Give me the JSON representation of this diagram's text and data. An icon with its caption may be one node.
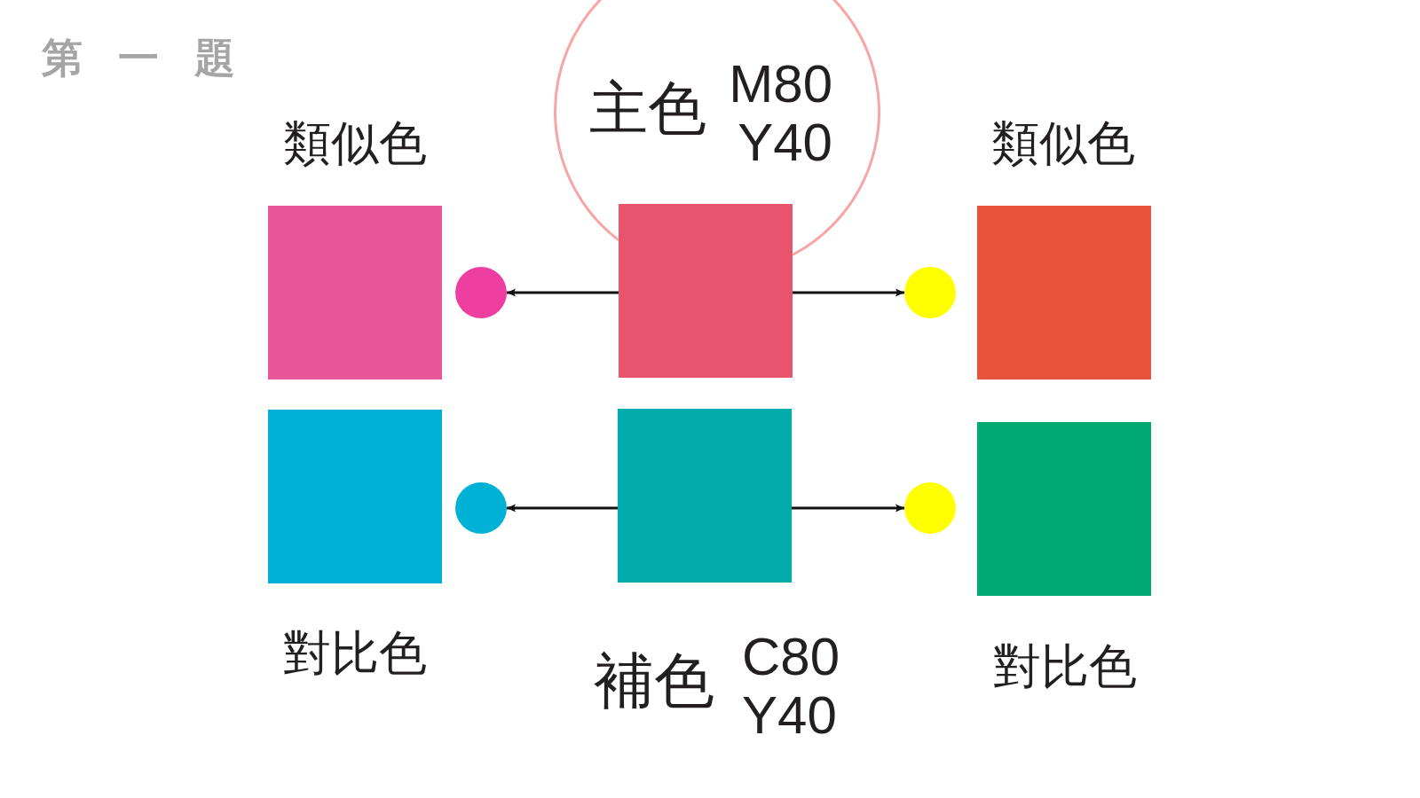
{
  "diagram": {
    "title": "第 一 題",
    "nodes": [
      {
        "text": [
          "主色",
          "M80 Y40"
        ]
      },
      {
        "text": [],
        "shape": "box",
        "beside": [
          "類似色"
        ]
      },
      {
        "text": [],
        "shape": "circle"
      },
      {
        "text": [],
        "shape": "box"
      },
      {
        "text": [],
        "shape": "circle"
      },
      {
        "text": [],
        "shape": "box",
        "beside": [
          "類似色"
        ]
      },
      {
        "text": [],
        "shape": "box",
        "beside": [
          "對比色"
        ]
      },
      {
        "text": [],
        "shape": "circle"
      },
      {
        "text": [],
        "shape": "box",
        "beside": [
          "補色",
          "C80 Y40"
        ]
      },
      {
        "text": [],
        "shape": "circle"
      },
      {
        "text": [],
        "shape": "box",
        "beside": [
          "對比色"
        ]
      }
    ],
    "edges": [
      {
        "from": 3,
        "to": 2,
        "arrow": "to"
      },
      {
        "from": 3,
        "to": 4,
        "arrow": "to"
      },
      {
        "from": 8,
        "to": 7,
        "arrow": "to"
      },
      {
        "from": 8,
        "to": 9,
        "arrow": "to"
      }
    ]
  }
}
